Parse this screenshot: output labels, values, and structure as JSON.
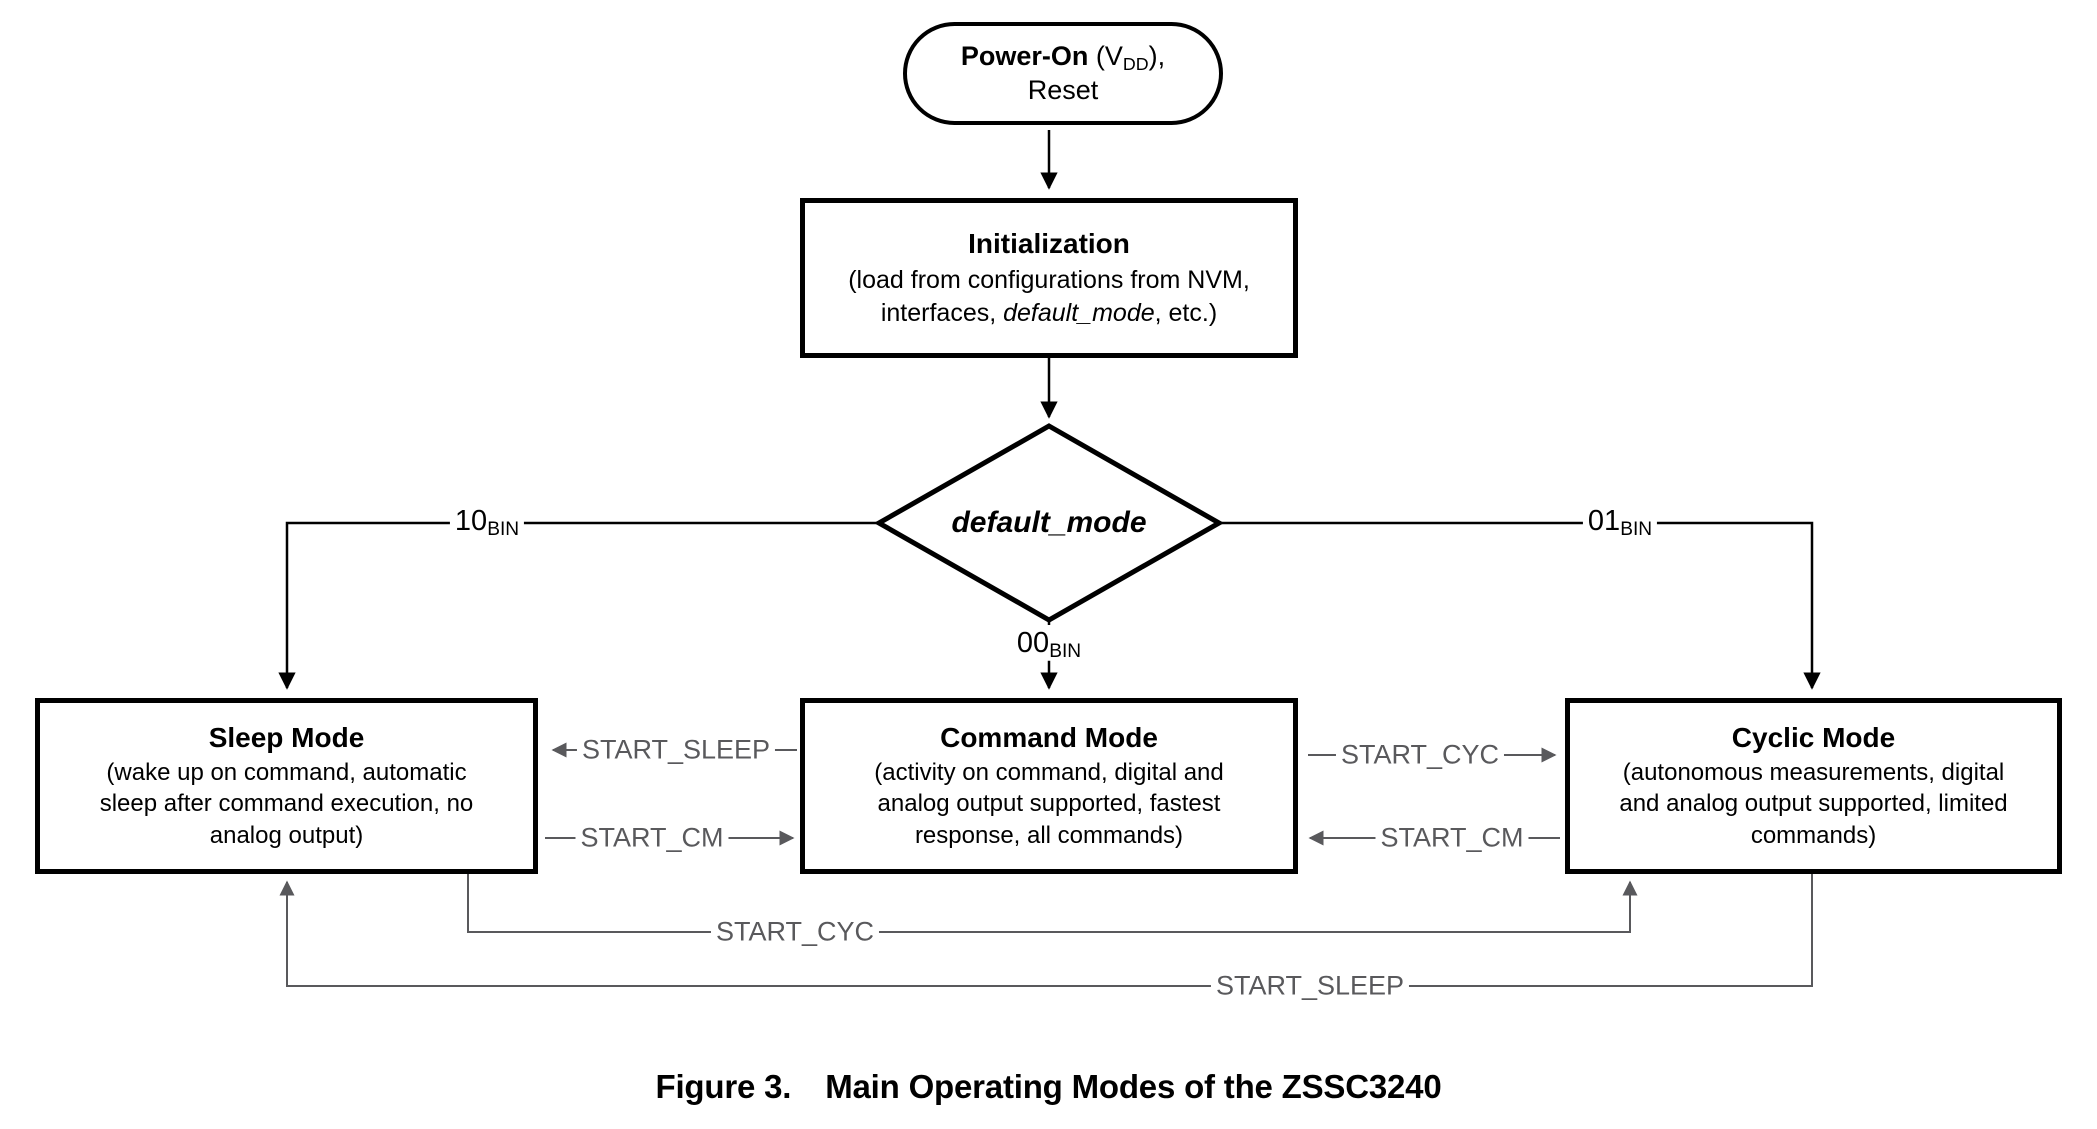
{
  "figure": {
    "caption_number": "Figure 3.",
    "caption_text": "Main Operating Modes of the ZSSC3240"
  },
  "colors": {
    "node_border": "#000000",
    "node_fill": "#ffffff",
    "transition_line": "#59595c",
    "transition_text": "#59595c",
    "flow_line": "#000000",
    "background": "#ffffff"
  },
  "nodes": {
    "start": {
      "title_bold": "Power-On",
      "title_rest": " (V",
      "title_sub": "DD",
      "title_tail": "),",
      "line2": "Reset"
    },
    "initialization": {
      "title": "Initialization",
      "desc_line1": "(load from configurations from NVM,",
      "desc_line2_pre": "interfaces, ",
      "desc_line2_italic": "default_mode",
      "desc_line2_post": ", etc.)"
    },
    "decision": {
      "label": "default_mode"
    },
    "sleep_mode": {
      "title": "Sleep Mode",
      "desc_line1": "(wake up on command, automatic",
      "desc_line2": "sleep after command execution, no",
      "desc_line3": "analog output)"
    },
    "command_mode": {
      "title": "Command Mode",
      "desc_line1": "(activity on command, digital and",
      "desc_line2": "analog output supported, fastest",
      "desc_line3": "response, all commands)"
    },
    "cyclic_mode": {
      "title": "Cyclic Mode",
      "desc_line1": "(autonomous measurements, digital",
      "desc_line2": "and analog output supported, limited",
      "desc_line3": "commands)"
    }
  },
  "branch_labels": {
    "left": {
      "value": "10",
      "subscript": "BIN"
    },
    "center": {
      "value": "00",
      "subscript": "BIN"
    },
    "right": {
      "value": "01",
      "subscript": "BIN"
    }
  },
  "transitions": {
    "cmd_to_sleep": "START_SLEEP",
    "sleep_to_cmd": "START_CM",
    "cmd_to_cyc": "START_CYC",
    "cyc_to_cmd": "START_CM",
    "cmd_to_cyc_lower": "START_CYC",
    "cyc_to_sleep": "START_SLEEP"
  }
}
